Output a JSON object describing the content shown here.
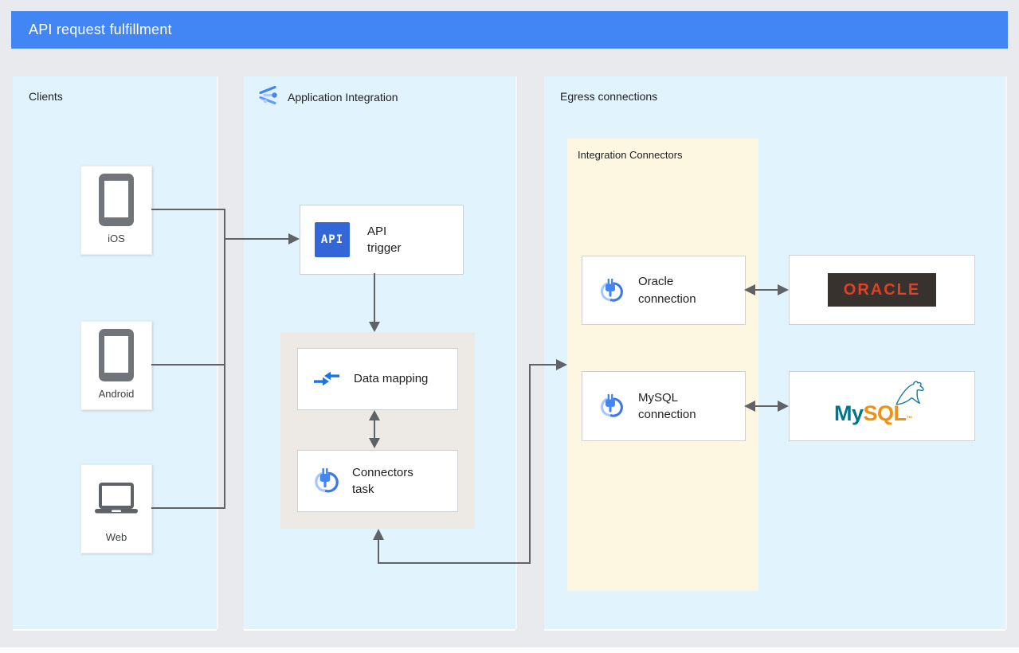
{
  "header": {
    "title": "API request fulfillment"
  },
  "panels": {
    "clients": {
      "label": "Clients",
      "items": [
        {
          "label": "iOS",
          "icon": "smartphone-icon"
        },
        {
          "label": "Android",
          "icon": "smartphone-icon"
        },
        {
          "label": "Web",
          "icon": "laptop-icon"
        }
      ]
    },
    "application_integration": {
      "label": "Application Integration",
      "icon": "application-integration-icon",
      "nodes": {
        "api_trigger": {
          "icon_text": "API",
          "label": "API trigger",
          "icon": "api-trigger-icon"
        },
        "data_mapping": {
          "label": "Data mapping",
          "icon": "data-mapping-icon"
        },
        "connectors_task": {
          "label": "Connectors task",
          "icon": "integration-connector-icon"
        }
      }
    },
    "egress": {
      "label": "Egress connections",
      "integration_connectors": {
        "label": "Integration Connectors",
        "connections": [
          {
            "label": "Oracle connection",
            "icon": "integration-connector-icon"
          },
          {
            "label": "MySQL connection",
            "icon": "integration-connector-icon"
          }
        ]
      },
      "targets": {
        "oracle": {
          "text": "ORACLE"
        },
        "mysql": {
          "prefix": "My",
          "suffix": "SQL",
          "tm": "™"
        }
      }
    }
  },
  "colors": {
    "header_bg": "#4285F4",
    "panel_bg": "#E1F3FC",
    "integration_connectors_bg": "#FDF6E0",
    "task_group_bg": "#EDE9E5",
    "wire": "#5F6368",
    "accent_blue": "#4285F4",
    "accent_blue_light": "#A8C7FA",
    "oracle_red": "#DD4127",
    "oracle_chip_bg": "#37322E",
    "mysql_teal": "#00758F",
    "mysql_orange": "#F29111"
  }
}
